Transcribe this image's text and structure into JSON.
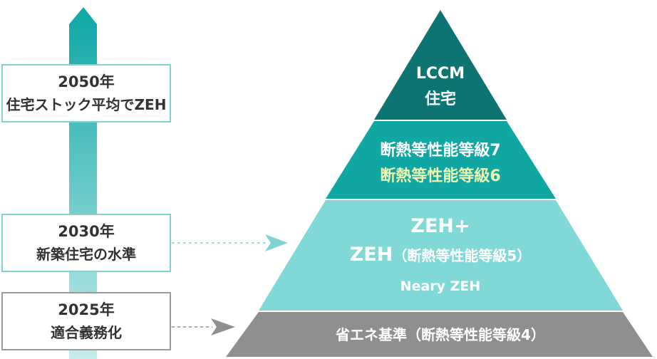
{
  "timeline": {
    "milestones": [
      {
        "year": "2050年",
        "text": "住宅ストック平均でZEH"
      },
      {
        "year": "2030年",
        "text": "新築住宅の水準"
      },
      {
        "year": "2025年",
        "text": "適合義務化"
      }
    ]
  },
  "pyramid": {
    "tier1": {
      "line1": "LCCM",
      "line2": "住宅"
    },
    "tier2": {
      "line1": "断熱等性能等級7",
      "line2": "断熱等性能等級6"
    },
    "tier3": {
      "line1": "ZEH+",
      "line2_main": "ZEH",
      "line2_paren": "（断熱等性能等級5）",
      "line3": "Neary ZEH"
    },
    "tier4": {
      "label": "省エネ基準（断熱等性能等級4）"
    }
  },
  "colors": {
    "tier1": "#0e7472",
    "tier2": "#10a6a2",
    "tier3": "#80d8d7",
    "tier4": "#8f8f8f",
    "box_border_teal": "#7fd3d2",
    "box_border_gray": "#9a9a9a",
    "tier2_line2": "#eef7b0"
  }
}
